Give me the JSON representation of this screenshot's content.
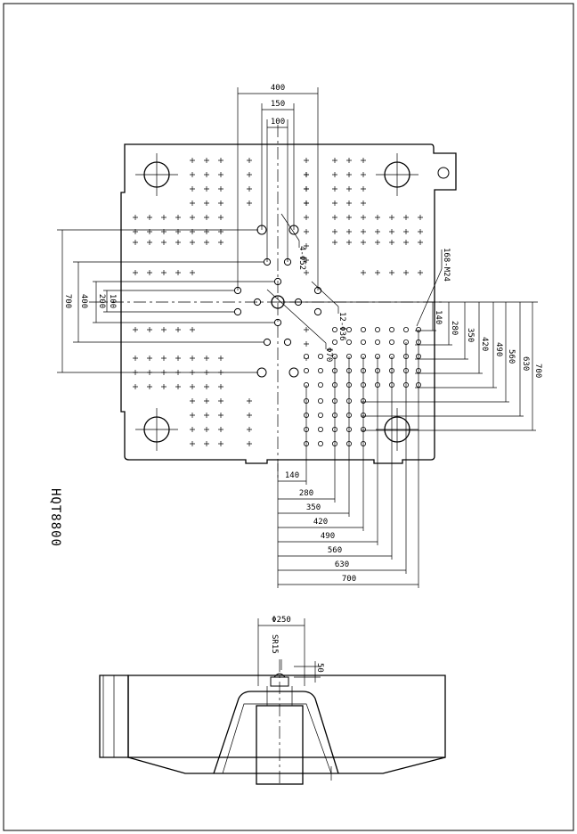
{
  "drawing_code": "HQT8800",
  "top_dims": [
    "400",
    "150",
    "100"
  ],
  "callouts": {
    "holes_4": "4-Φ52",
    "holes_12": "12-Φ36",
    "center_hole": "Φ70",
    "threads": "168-M24"
  },
  "left_dims": [
    "700",
    "400",
    "200",
    "100"
  ],
  "right_dims": [
    "140",
    "280",
    "350",
    "420",
    "490",
    "560",
    "630",
    "700"
  ],
  "bottom_dims": [
    "140",
    "280",
    "350",
    "420",
    "490",
    "560",
    "630",
    "700"
  ],
  "side_dims": {
    "diameter": "Φ250",
    "sphere": "SR15",
    "height": "50"
  }
}
